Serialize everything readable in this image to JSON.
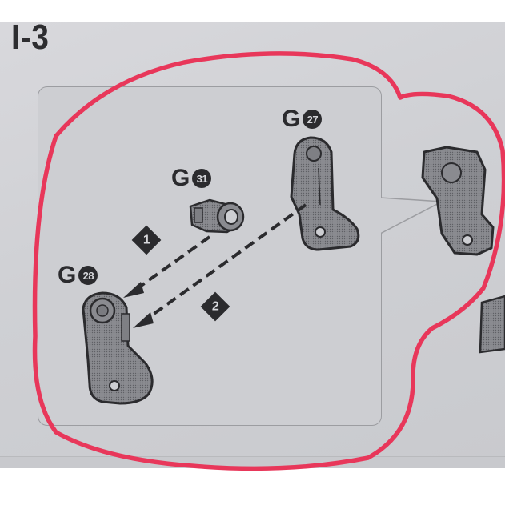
{
  "step": {
    "title": "I-3"
  },
  "parts": {
    "g31": {
      "letter": "G",
      "number": "31"
    },
    "g27": {
      "letter": "G",
      "number": "27"
    },
    "g28": {
      "letter": "G",
      "number": "28"
    }
  },
  "order_badges": [
    "1",
    "2"
  ],
  "colors": {
    "paper": "#cfd0d4",
    "ink": "#2b2b2e",
    "part_fill": "#85868b",
    "highlight_marker": "#e8375a"
  },
  "icons": [
    "connector-part-illustration",
    "arm-part-illustration",
    "joint-part-illustration",
    "dashed-arrow-icon",
    "diamond-number-badge"
  ]
}
